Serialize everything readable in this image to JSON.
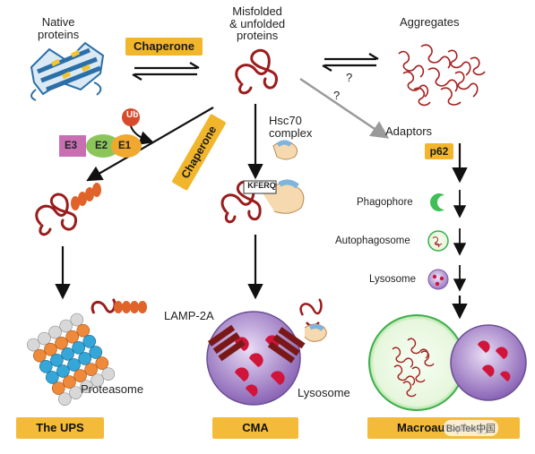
{
  "top": {
    "native": [
      "Native",
      "proteins"
    ],
    "misfolded": [
      "Misfolded",
      "& unfolded",
      "proteins"
    ],
    "aggregates": "Aggregates",
    "chaperone_top": "Chaperone",
    "question_1": "?",
    "question_2": "?"
  },
  "ups": {
    "ub": "Ub",
    "e3": "E3",
    "e2": "E2",
    "e1": "E1",
    "proteasome": "Proteasome",
    "title": "The UPS"
  },
  "cma": {
    "chaperone": "Chaperone",
    "hsc70": [
      "Hsc70",
      "complex"
    ],
    "kferq": "KFERQ",
    "lamp": "LAMP-2A",
    "lysosome": "Lysosome",
    "title": "CMA"
  },
  "macro": {
    "adaptors": "Adaptors",
    "p62": "p62",
    "phagophore": "Phagophore",
    "autophagosome": "Autophagosome",
    "lysosome": "Lysosome",
    "title": "Macroautophagy"
  },
  "watermark": "BioTek中国",
  "colors": {
    "accent_box": "#f2b62c",
    "protein_red": "#9b1c1c",
    "lysosome_purple": "#8e6bb8",
    "proteasome_orange": "#e07a2c",
    "proteasome_blue": "#2d9fd0",
    "chaperone_blue": "#7fb4dc"
  }
}
